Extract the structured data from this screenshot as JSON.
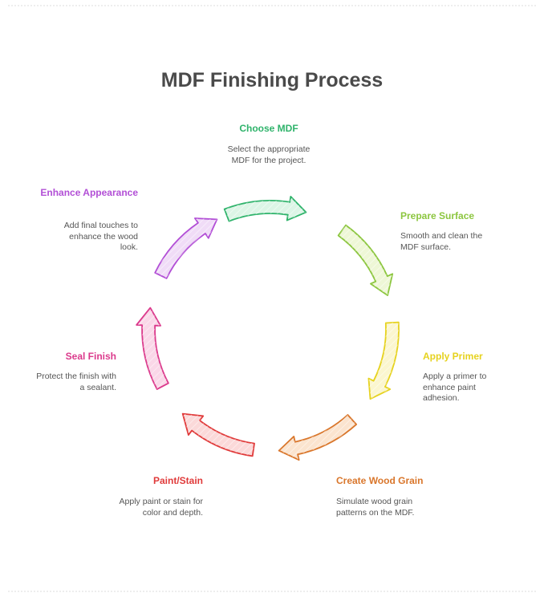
{
  "title": "MDF Finishing Process",
  "steps": [
    {
      "label": "Choose MDF",
      "desc": [
        "Select the appropriate",
        "MDF for the project."
      ],
      "color": "#2fb36b",
      "fill": "#dcf5e6"
    },
    {
      "label": "Prepare Surface",
      "desc": [
        "Smooth and clean the",
        "MDF surface."
      ],
      "color": "#8cc63f",
      "fill": "#eef7d6"
    },
    {
      "label": "Apply Primer",
      "desc": [
        "Apply a primer to",
        "enhance paint",
        "adhesion."
      ],
      "color": "#e6d21e",
      "fill": "#fbf6cf"
    },
    {
      "label": "Create Wood Grain",
      "desc": [
        "Simulate wood grain",
        "patterns on the MDF."
      ],
      "color": "#d9762b",
      "fill": "#fbe4cf"
    },
    {
      "label": "Paint/Stain",
      "desc": [
        "Apply paint or stain for",
        "color and depth."
      ],
      "color": "#e03a3a",
      "fill": "#fbd9d9"
    },
    {
      "label": "Seal Finish",
      "desc": [
        "Protect the finish with",
        "a sealant."
      ],
      "color": "#db3a8c",
      "fill": "#fad7e8"
    },
    {
      "label": "Enhance Appearance",
      "desc": [
        "Add final touches to",
        "enhance the wood",
        "look."
      ],
      "color": "#b24fd6",
      "fill": "#f0dcf7"
    }
  ]
}
